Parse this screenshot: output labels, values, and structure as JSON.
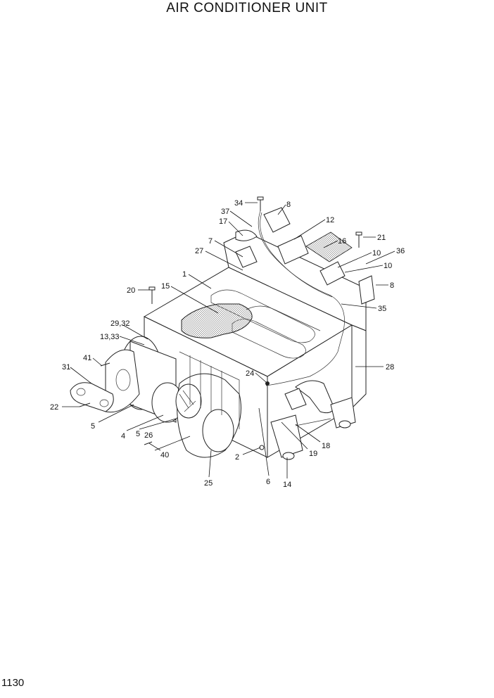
{
  "title": "AIR CONDITIONER UNIT",
  "page_number": "1130",
  "callouts": [
    {
      "id": "c34",
      "text": "34"
    },
    {
      "id": "c8a",
      "text": "8"
    },
    {
      "id": "c37",
      "text": "37"
    },
    {
      "id": "c17",
      "text": "17"
    },
    {
      "id": "c12",
      "text": "12"
    },
    {
      "id": "c21",
      "text": "21"
    },
    {
      "id": "c16",
      "text": "16"
    },
    {
      "id": "c7",
      "text": "7"
    },
    {
      "id": "c27",
      "text": "27"
    },
    {
      "id": "c10a",
      "text": "10"
    },
    {
      "id": "c36",
      "text": "36"
    },
    {
      "id": "c10b",
      "text": "10"
    },
    {
      "id": "c1",
      "text": "1"
    },
    {
      "id": "c8b",
      "text": "8"
    },
    {
      "id": "c20",
      "text": "20"
    },
    {
      "id": "c15",
      "text": "15"
    },
    {
      "id": "c35",
      "text": "35"
    },
    {
      "id": "c2932",
      "text": "29,32"
    },
    {
      "id": "c1333",
      "text": "13,33"
    },
    {
      "id": "c41",
      "text": "41"
    },
    {
      "id": "c28",
      "text": "28"
    },
    {
      "id": "c31",
      "text": "31"
    },
    {
      "id": "c24",
      "text": "24"
    },
    {
      "id": "c22",
      "text": "22"
    },
    {
      "id": "c5a",
      "text": "5"
    },
    {
      "id": "c4",
      "text": "4"
    },
    {
      "id": "c5b",
      "text": "5"
    },
    {
      "id": "c26",
      "text": "26"
    },
    {
      "id": "c18",
      "text": "18"
    },
    {
      "id": "c40",
      "text": "40"
    },
    {
      "id": "c19",
      "text": "19"
    },
    {
      "id": "c2",
      "text": "2"
    },
    {
      "id": "c25",
      "text": "25"
    },
    {
      "id": "c6",
      "text": "6"
    },
    {
      "id": "c14",
      "text": "14"
    }
  ]
}
